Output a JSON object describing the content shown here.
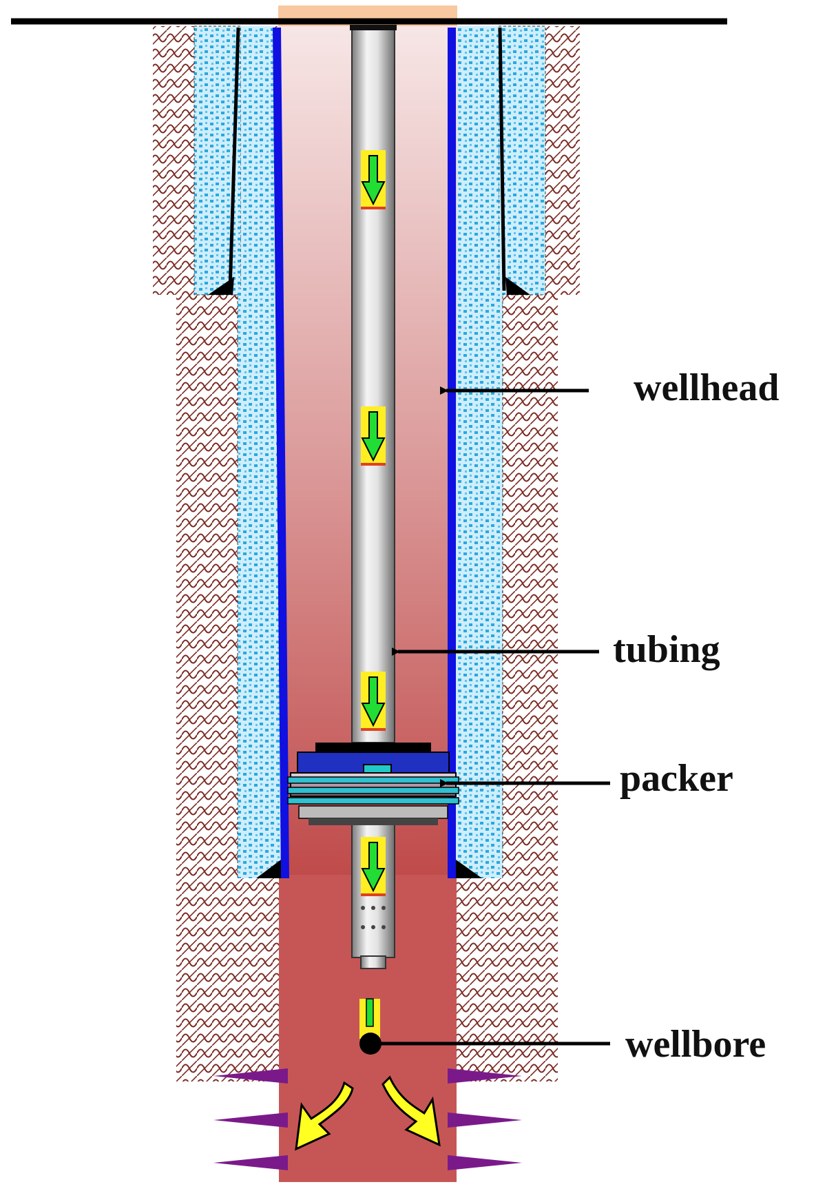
{
  "labels": {
    "wellhead": "wellhead",
    "tubing": "tubing",
    "packer": "packer",
    "wellbore": "wellbore"
  },
  "colors": {
    "formation_hatch": "#7a2a22",
    "cement_fill": "#bfe6f6",
    "cement_dots": "#2aa8e0",
    "casing": "#1010e0",
    "fluid_top": "#f7e4e4",
    "fluid_bottom": "#c04a4a",
    "tubing_metal": "#d8d8d8",
    "flow_arrow_fill": "#22dd33",
    "flow_arrow_bg": "#ffee22",
    "perforation": "#7a1a8a",
    "return_arrow": "#ffff22",
    "leader_line": "#000000"
  },
  "icons": {
    "flow": "down-arrow-icon",
    "return": "curved-arrow-icon",
    "perforation": "perforation-spike-icon"
  }
}
